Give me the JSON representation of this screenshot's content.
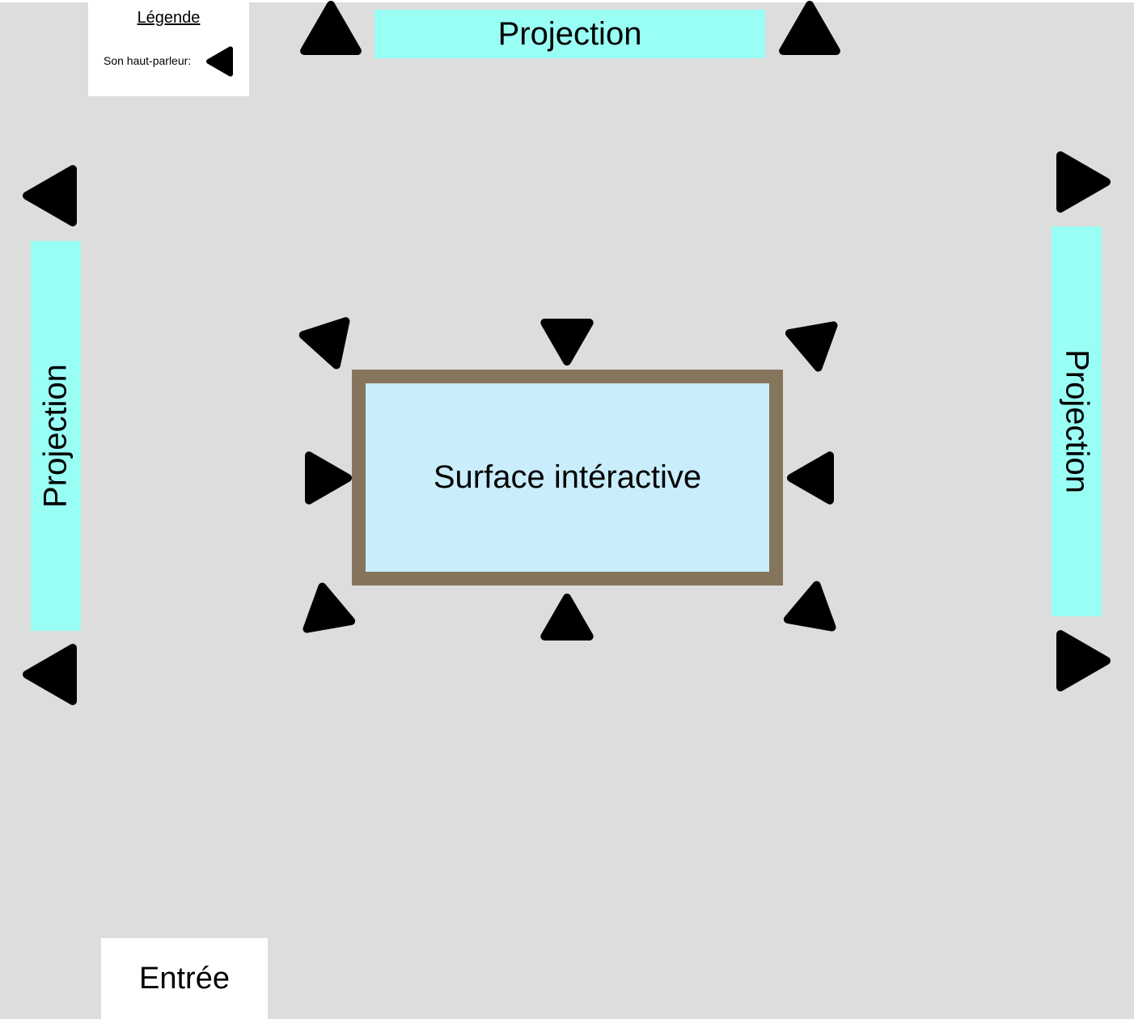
{
  "legend": {
    "title": "Légende",
    "speaker_label": "Son haut-parleur:"
  },
  "screens": {
    "top_label": "Projection",
    "left_label": "Projection",
    "right_label": "Projection"
  },
  "table": {
    "label": "Surface intéractive"
  },
  "entrance": {
    "label": "Entrée"
  },
  "colors": {
    "floor": "#dddddd",
    "projection": "#99fff5",
    "surface": "#c9edfb",
    "table_frame": "#85755c",
    "speaker": "#000000"
  },
  "speaker_icon": "rounded-triangle",
  "speaker_count": 14
}
